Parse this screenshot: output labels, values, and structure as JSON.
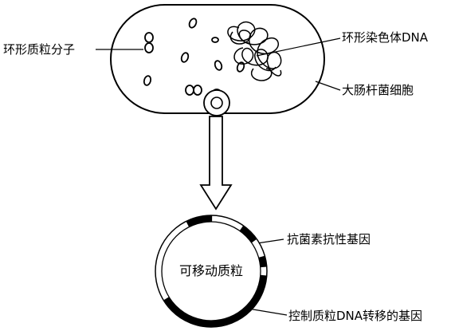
{
  "labels": {
    "plasmid_molecule": "环形质粒分子",
    "circular_chromosome": "环形染色体DNA",
    "ecoli_cell": "大肠杆菌细胞",
    "resistance_gene": "抗菌素抗性基因",
    "transfer_gene": "控制质粒DNA转移的基因",
    "mobile_plasmid": "可移动质粒"
  }
}
